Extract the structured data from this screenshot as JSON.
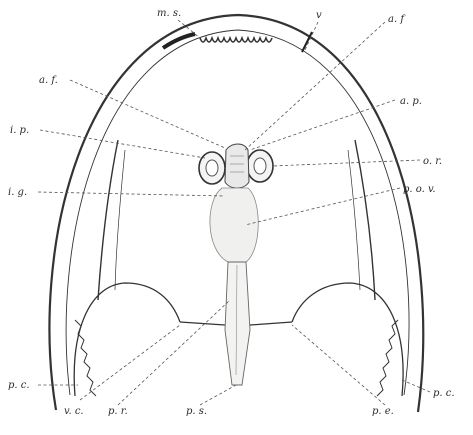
{
  "figure": {
    "labels": {
      "ms": "m. s.",
      "v": "v",
      "af_right": "a. f",
      "af_left": "a. f.",
      "ap": "a. p.",
      "ip": "i. p.",
      "or": "o. r.",
      "ig": "i. g.",
      "pov": "p. o. v.",
      "pc_left": "p. c.",
      "pc_right": "p. c.",
      "vc": "v. c.",
      "pr": "p. r.",
      "ps": "p. s.",
      "pe": "p. e."
    }
  }
}
